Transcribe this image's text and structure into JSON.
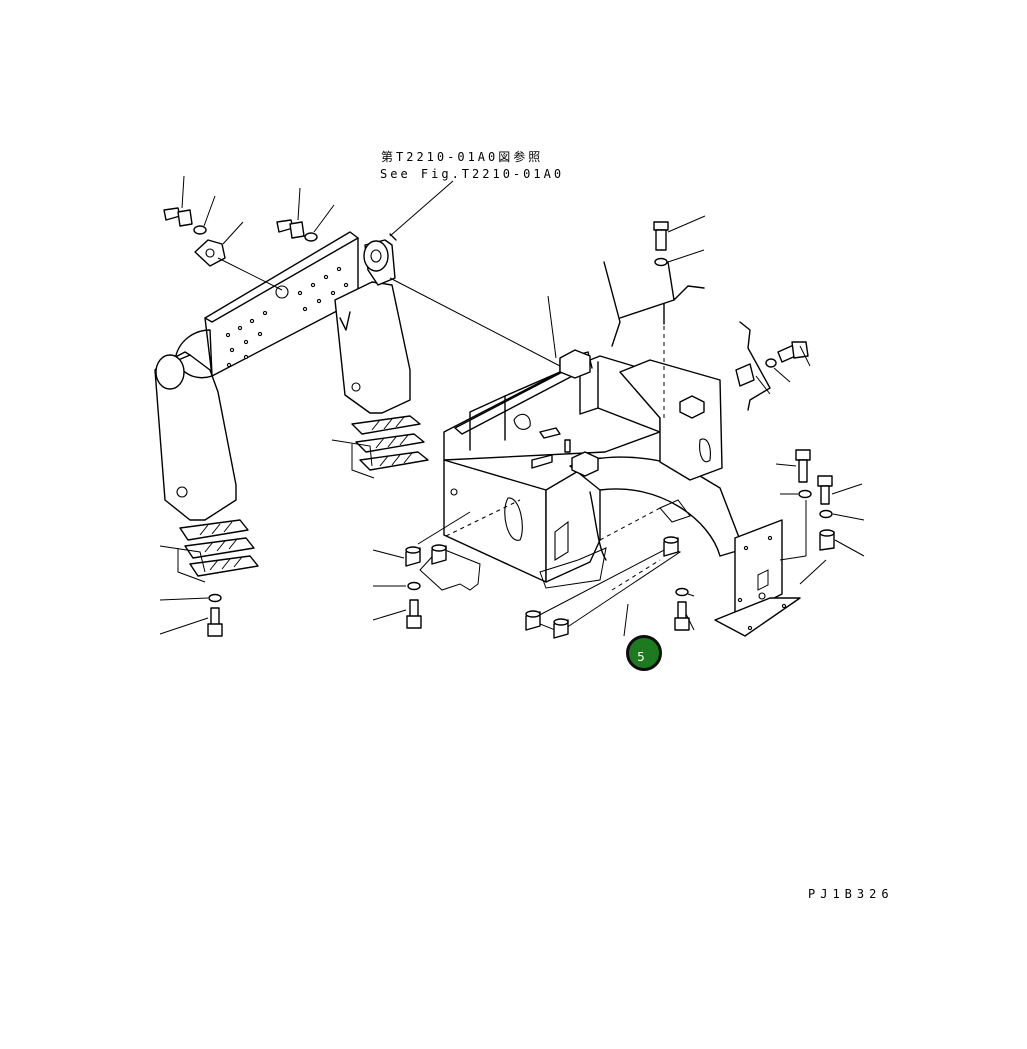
{
  "reference_note": {
    "japanese": "第T2210-01A0図参照",
    "english": "See Fig.T2210-01A0"
  },
  "callouts": [
    {
      "label": "5",
      "color": "#1e7a1e",
      "border": "#0d0d0d"
    }
  ],
  "drawing_code": "PJ1B326"
}
